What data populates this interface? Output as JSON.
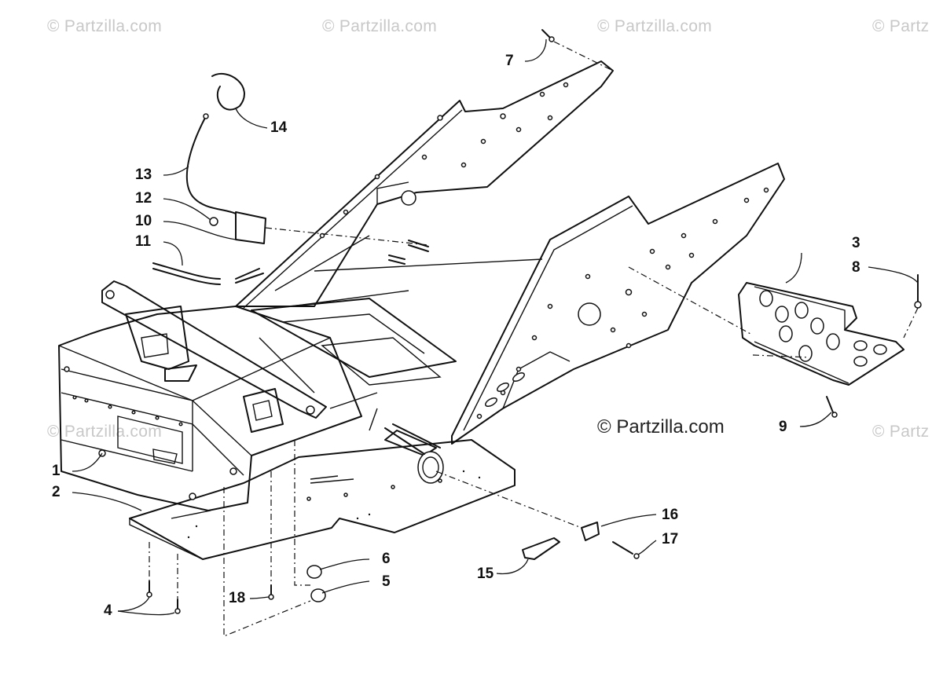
{
  "watermark": {
    "text": "© Partzilla.com",
    "partial_text": "© Partz"
  },
  "credit_text": "© Partzilla.com",
  "callouts": [
    {
      "id": "c1",
      "label": "1"
    },
    {
      "id": "c2",
      "label": "2"
    },
    {
      "id": "c3",
      "label": "3"
    },
    {
      "id": "c4",
      "label": "4"
    },
    {
      "id": "c5",
      "label": "5"
    },
    {
      "id": "c6",
      "label": "6"
    },
    {
      "id": "c7",
      "label": "7"
    },
    {
      "id": "c8",
      "label": "8"
    },
    {
      "id": "c9",
      "label": "9"
    },
    {
      "id": "c10",
      "label": "10"
    },
    {
      "id": "c11",
      "label": "11"
    },
    {
      "id": "c12",
      "label": "12"
    },
    {
      "id": "c13",
      "label": "13"
    },
    {
      "id": "c14",
      "label": "14"
    },
    {
      "id": "c15",
      "label": "15"
    },
    {
      "id": "c16",
      "label": "16"
    },
    {
      "id": "c17",
      "label": "17"
    },
    {
      "id": "c18",
      "label": "18"
    }
  ]
}
